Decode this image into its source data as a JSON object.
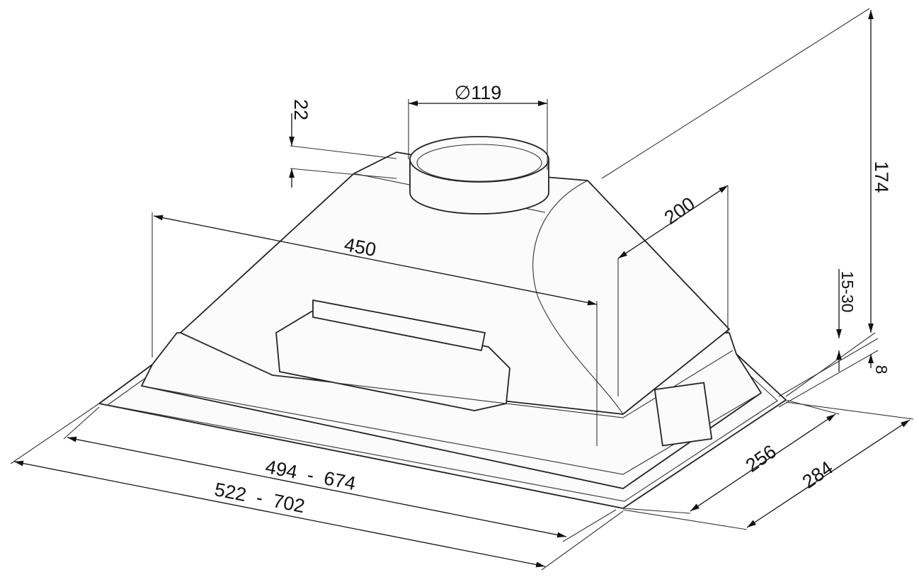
{
  "diagram": {
    "type": "technical dimension drawing",
    "dimensions": {
      "duct_diameter": "∅119",
      "duct_offset": "22",
      "total_height": "174",
      "depth_body": "200",
      "body_width": "450",
      "adjust_range": "15-30",
      "flange": "8",
      "depth_inner": "256",
      "depth_outer": "284",
      "width_inner": "494  -  674",
      "width_outer": "522  -  702"
    }
  }
}
